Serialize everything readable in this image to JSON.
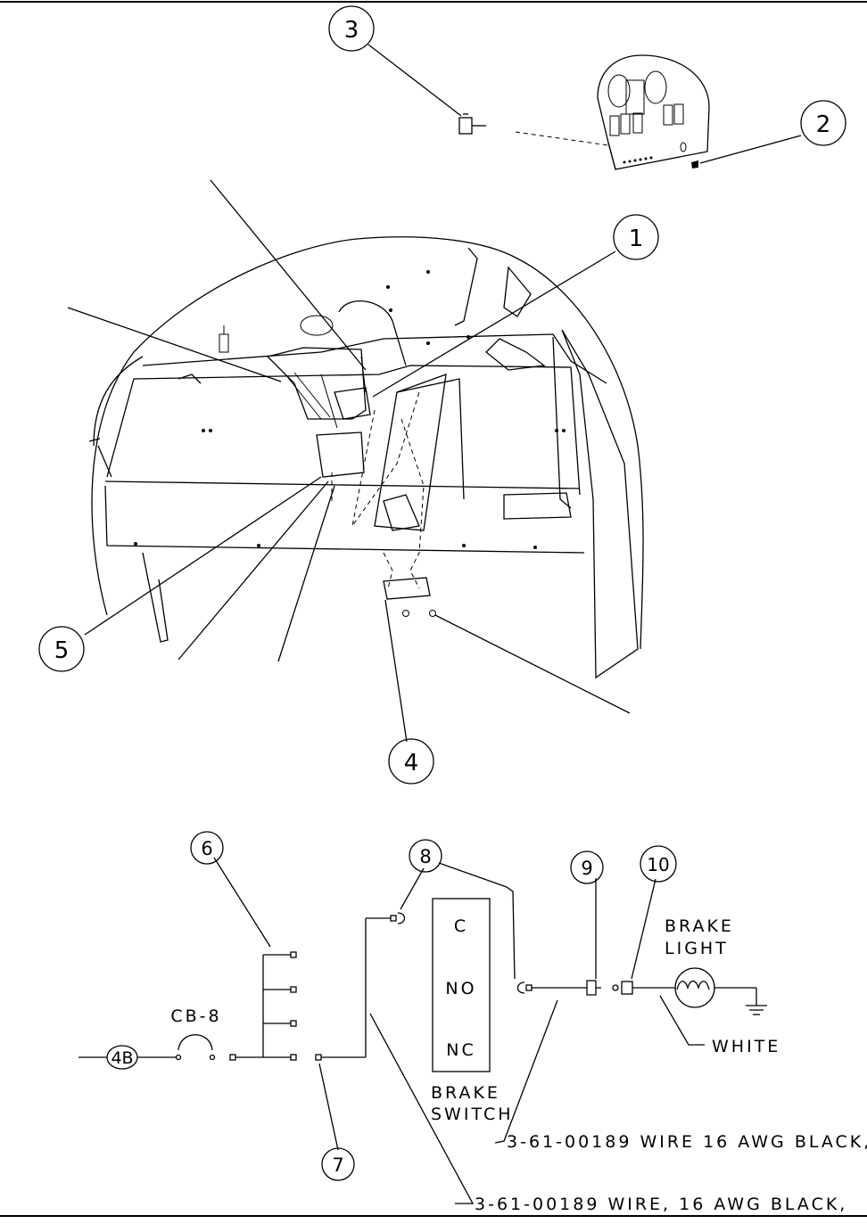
{
  "callouts": {
    "c1": "1",
    "c2": "2",
    "c3": "3",
    "c4": "4",
    "c5": "5",
    "c6": "6",
    "c7": "7",
    "c8": "8",
    "c9": "9",
    "c10": "10",
    "c4b": "4B"
  },
  "schematic": {
    "breaker": "CB-8",
    "switch_terminals": [
      "C",
      "NO",
      "NC"
    ],
    "switch_label": [
      "BRAKE",
      "SWITCH"
    ],
    "light_label": [
      "BRAKE",
      "LIGHT"
    ],
    "white_wire": "WHITE",
    "wire_note_1": "3-61-00189 WIRE  16 AWG BLACK,",
    "wire_note_2": "3-61-00189 WIRE, 16 AWG BLACK,"
  }
}
